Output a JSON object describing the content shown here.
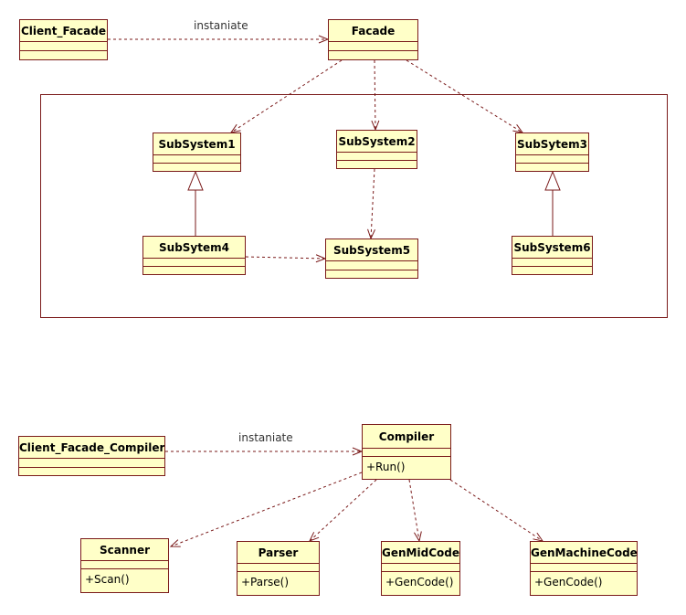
{
  "colors": {
    "fill": "#ffffc8",
    "stroke": "#7a1a1a"
  },
  "diagram": {
    "classes": [
      {
        "id": "client_facade",
        "name": "Client_Facade",
        "ops": []
      },
      {
        "id": "facade",
        "name": "Facade",
        "ops": []
      },
      {
        "id": "subsystem1",
        "name": "SubSystem1",
        "ops": []
      },
      {
        "id": "subsystem2",
        "name": "SubSystem2",
        "ops": []
      },
      {
        "id": "subsytem3",
        "name": "SubSytem3",
        "ops": []
      },
      {
        "id": "subsytem4",
        "name": "SubSytem4",
        "ops": []
      },
      {
        "id": "subsystem5",
        "name": "SubSystem5",
        "ops": []
      },
      {
        "id": "subsystem6",
        "name": "SubSystem6",
        "ops": []
      },
      {
        "id": "client_facade_compiler",
        "name": "Client_Facade_Compiler",
        "ops": []
      },
      {
        "id": "compiler",
        "name": "Compiler",
        "ops": [
          "+Run()"
        ]
      },
      {
        "id": "scanner",
        "name": "Scanner",
        "ops": [
          "+Scan()"
        ]
      },
      {
        "id": "parser",
        "name": "Parser",
        "ops": [
          "+Parse()"
        ]
      },
      {
        "id": "genmidcode",
        "name": "GenMidCode",
        "ops": [
          "+GenCode()"
        ]
      },
      {
        "id": "genmachinecode",
        "name": "GenMachineCode",
        "ops": [
          "+GenCode()"
        ]
      }
    ],
    "relations": [
      {
        "id": "client_to_facade",
        "type": "dependency",
        "from": "client_facade",
        "to": "facade",
        "label": "instaniate"
      },
      {
        "id": "facade_to_subsystem1",
        "type": "dependency",
        "from": "facade",
        "to": "subsystem1"
      },
      {
        "id": "facade_to_subsystem2",
        "type": "dependency",
        "from": "facade",
        "to": "subsystem2"
      },
      {
        "id": "facade_to_subsytem3",
        "type": "dependency",
        "from": "facade",
        "to": "subsytem3"
      },
      {
        "id": "subsystem2_to_subsystem5",
        "type": "dependency",
        "from": "subsystem2",
        "to": "subsystem5"
      },
      {
        "id": "subsytem4_to_subsystem5",
        "type": "dependency",
        "from": "subsytem4",
        "to": "subsystem5"
      },
      {
        "id": "subsytem4_inherits_subsystem1",
        "type": "generalization",
        "from": "subsytem4",
        "to": "subsystem1"
      },
      {
        "id": "subsystem6_inherits_subsytem3",
        "type": "generalization",
        "from": "subsystem6",
        "to": "subsytem3"
      },
      {
        "id": "compilerclient_to_compiler",
        "type": "dependency",
        "from": "client_facade_compiler",
        "to": "compiler",
        "label": "instaniate"
      },
      {
        "id": "compiler_to_scanner",
        "type": "dependency",
        "from": "compiler",
        "to": "scanner"
      },
      {
        "id": "compiler_to_parser",
        "type": "dependency",
        "from": "compiler",
        "to": "parser"
      },
      {
        "id": "compiler_to_genmidcode",
        "type": "dependency",
        "from": "compiler",
        "to": "genmidcode"
      },
      {
        "id": "compiler_to_genmachinecode",
        "type": "dependency",
        "from": "compiler",
        "to": "genmachinecode"
      }
    ]
  }
}
